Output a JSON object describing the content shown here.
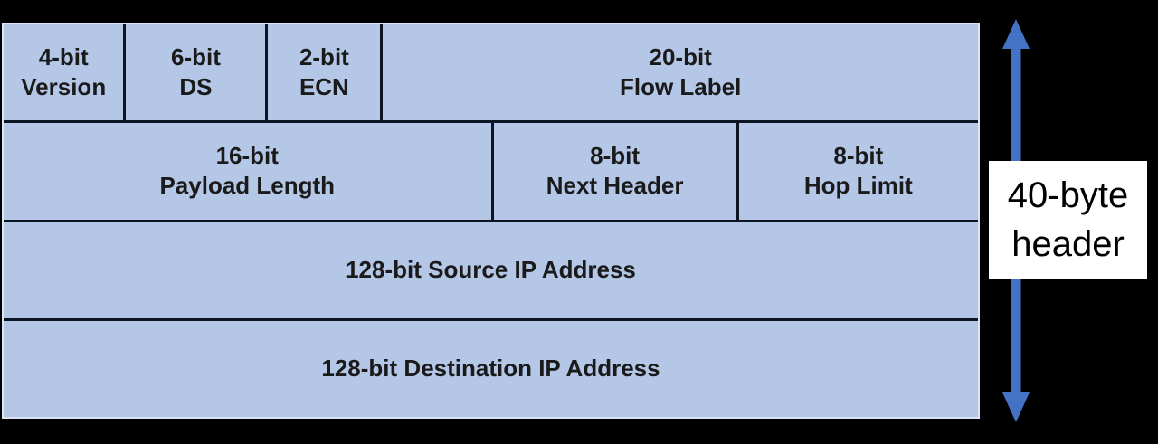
{
  "table": {
    "rows": [
      {
        "cells": [
          {
            "size": "4-bit",
            "name": "Version"
          },
          {
            "size": "6-bit",
            "name": "DS"
          },
          {
            "size": "2-bit",
            "name": "ECN"
          },
          {
            "size": "20-bit",
            "name": "Flow Label"
          }
        ]
      },
      {
        "cells": [
          {
            "size": "16-bit",
            "name": "Payload Length"
          },
          {
            "size": "8-bit",
            "name": "Next Header"
          },
          {
            "size": "8-bit",
            "name": "Hop Limit"
          }
        ]
      },
      {
        "cells": [
          {
            "label": "128-bit Source IP Address"
          }
        ]
      },
      {
        "cells": [
          {
            "label": "128-bit Destination IP Address"
          }
        ]
      }
    ]
  },
  "annotation": {
    "line1": "40-byte",
    "line2": "header"
  },
  "colors": {
    "cell_fill": "#b4c7e7",
    "cell_divider": "#0d1424",
    "table_outline": "#dbe4f4",
    "arrow": "#4472c4",
    "annotation_background": "#ffffff",
    "text": "#1a1a1a",
    "background": "#000000"
  }
}
